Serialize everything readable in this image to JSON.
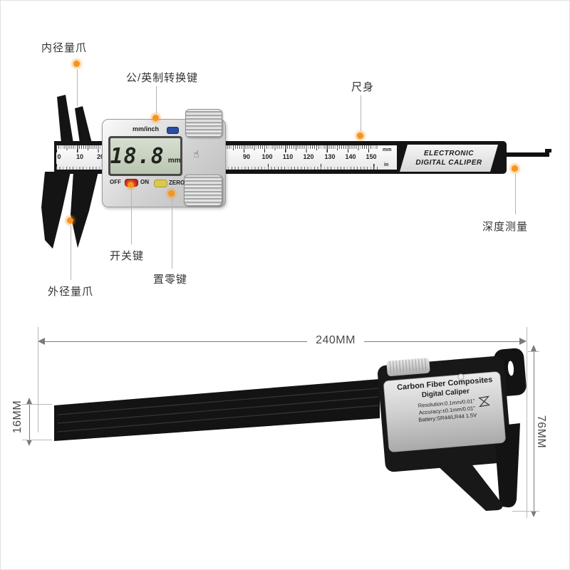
{
  "colors": {
    "accent": "#f7941d"
  },
  "top": {
    "labels": {
      "inner_jaws": "内径量爪",
      "unit_toggle": "公/英制转换键",
      "beam": "尺身",
      "depth": "深度测量",
      "power": "开关键",
      "zero": "置零键",
      "outer_jaws": "外径量爪"
    },
    "display": {
      "mm_inch": "mm/inch",
      "value": "18.8",
      "unit": "mm",
      "off": "OFF",
      "on": "ON",
      "zero": "ZERO"
    },
    "brand": {
      "line1": "ELECTRONIC",
      "line2": "DIGITAL CALIPER"
    },
    "scale": {
      "left": [
        "0",
        "10",
        "20"
      ],
      "right": [
        "90",
        "100",
        "110",
        "120",
        "130",
        "140",
        "150"
      ],
      "mm": "mm",
      "in": "in"
    },
    "grip_icon": "☝"
  },
  "bottom": {
    "dims": {
      "length": "240MM",
      "beam_height": "16MM",
      "head_height": "76MM"
    },
    "plate": {
      "line1": "Carbon Fiber Composites",
      "line2": "Digital Caliper",
      "line3": "Resolution:0.1mm/0.01\"",
      "line4": "Accuracy:±0.1mm/0.01\"",
      "line5": "Battery:SR44/LR44 1.5V"
    }
  }
}
